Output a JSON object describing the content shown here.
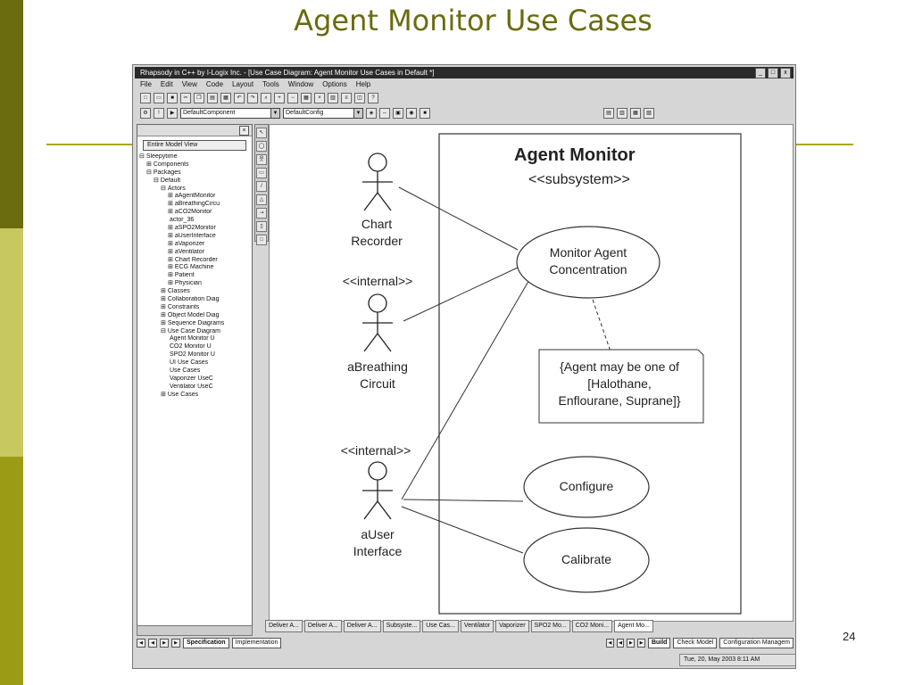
{
  "slide": {
    "title": "Agent Monitor Use Cases",
    "page_number": "24"
  },
  "window": {
    "title": "Rhapsody in C++ by I-Logix Inc. - [Use Case Diagram: Agent Monitor Use Cases in Default *]",
    "controls": [
      "_",
      "□",
      "x"
    ],
    "menu": [
      "File",
      "Edit",
      "View",
      "Code",
      "Layout",
      "Tools",
      "Window",
      "Options",
      "Help"
    ],
    "component_combo": "DefaultComponent",
    "config_combo": "DefaultConfig"
  },
  "browser": {
    "view": "Entire Model View",
    "tree": [
      {
        "depth": 0,
        "sign": "⊟",
        "label": "Sleepytime"
      },
      {
        "depth": 1,
        "sign": "⊞",
        "label": "Components"
      },
      {
        "depth": 1,
        "sign": "⊟",
        "label": "Packages"
      },
      {
        "depth": 2,
        "sign": "⊟",
        "label": "Default"
      },
      {
        "depth": 3,
        "sign": "⊟",
        "label": "Actors"
      },
      {
        "depth": 4,
        "sign": "⊞",
        "label": "aAgentMonitor"
      },
      {
        "depth": 4,
        "sign": "⊞",
        "label": "aBreathingCircu"
      },
      {
        "depth": 4,
        "sign": "⊞",
        "label": "aCO2Monitor"
      },
      {
        "depth": 4,
        "sign": "",
        "label": "actor_36"
      },
      {
        "depth": 4,
        "sign": "⊞",
        "label": "aSPO2Monitor"
      },
      {
        "depth": 4,
        "sign": "⊞",
        "label": "aUserInterface"
      },
      {
        "depth": 4,
        "sign": "⊞",
        "label": "aVaporizer"
      },
      {
        "depth": 4,
        "sign": "⊞",
        "label": "aVentilator"
      },
      {
        "depth": 4,
        "sign": "⊞",
        "label": "Chart Recorder"
      },
      {
        "depth": 4,
        "sign": "⊞",
        "label": "ECG Machine"
      },
      {
        "depth": 4,
        "sign": "⊞",
        "label": "Patient"
      },
      {
        "depth": 4,
        "sign": "⊞",
        "label": "Physician"
      },
      {
        "depth": 3,
        "sign": "⊞",
        "label": "Classes"
      },
      {
        "depth": 3,
        "sign": "⊞",
        "label": "Collaboration Diag"
      },
      {
        "depth": 3,
        "sign": "⊞",
        "label": "Constraints"
      },
      {
        "depth": 3,
        "sign": "⊞",
        "label": "Object Model Diag"
      },
      {
        "depth": 3,
        "sign": "⊞",
        "label": "Sequence Diagrams"
      },
      {
        "depth": 3,
        "sign": "⊟",
        "label": "Use Case Diagram"
      },
      {
        "depth": 4,
        "sign": "",
        "label": "Agent Monitor U"
      },
      {
        "depth": 4,
        "sign": "",
        "label": "CO2 Monitor U"
      },
      {
        "depth": 4,
        "sign": "",
        "label": "SPO2 Monitor U"
      },
      {
        "depth": 4,
        "sign": "",
        "label": "UI Use Cases"
      },
      {
        "depth": 4,
        "sign": "",
        "label": "Use Cases"
      },
      {
        "depth": 4,
        "sign": "",
        "label": "Vaporizer UseC"
      },
      {
        "depth": 4,
        "sign": "",
        "label": "Ventilator UseC"
      },
      {
        "depth": 3,
        "sign": "⊞",
        "label": "Use Cases"
      }
    ]
  },
  "diagram": {
    "system_name": "Agent Monitor",
    "system_stereotype": "<<subsystem>>",
    "actors": {
      "chart_recorder": [
        "Chart",
        "Recorder"
      ],
      "breathing": {
        "stereotype": "<<internal>>",
        "name": [
          "aBreathing",
          "Circuit"
        ]
      },
      "user_interface": {
        "stereotype": "<<internal>>",
        "name": [
          "aUser",
          "Interface"
        ]
      }
    },
    "use_cases": {
      "monitor": [
        "Monitor Agent",
        "Concentration"
      ],
      "configure": "Configure",
      "calibrate": "Calibrate"
    },
    "note": [
      "{Agent may be one of",
      "[Halothane,",
      "Enflourane, Suprane]}"
    ]
  },
  "diagram_tabs": [
    "Deliver A...",
    "Deliver A...",
    "Deliver A...",
    "Subsyste...",
    "Use Cas...",
    "Ventilator",
    "Vaporizer",
    "SPO2 Mo...",
    "CO2 Moni...",
    "Agent Mo..."
  ],
  "bottom_left_tabs": [
    "Specification",
    "Implementation"
  ],
  "bottom_right_tabs": [
    "Build",
    "Check Model",
    "Configuration Managem"
  ],
  "status_time": "Tue, 20, May 2003   8:11 AM"
}
